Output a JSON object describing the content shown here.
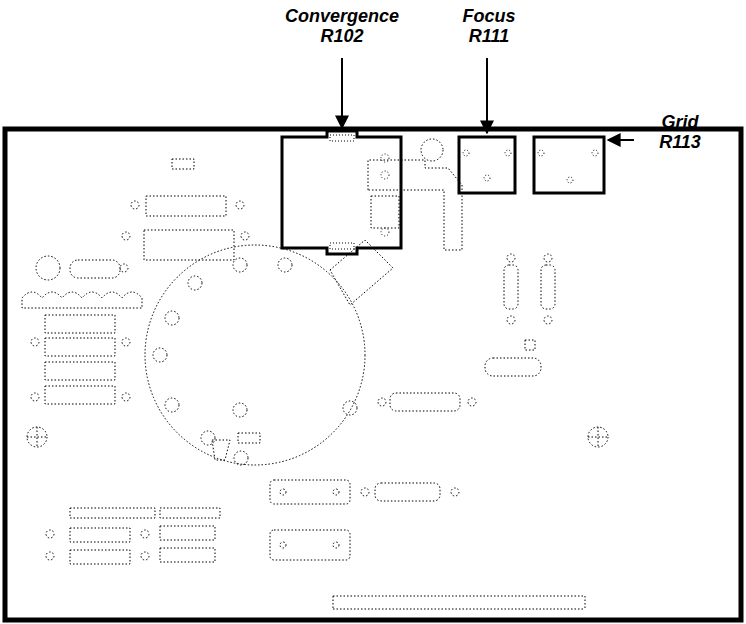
{
  "diagram": {
    "labels": [
      "Convergence R102",
      "Focus R111",
      "Grid R113"
    ]
  }
}
